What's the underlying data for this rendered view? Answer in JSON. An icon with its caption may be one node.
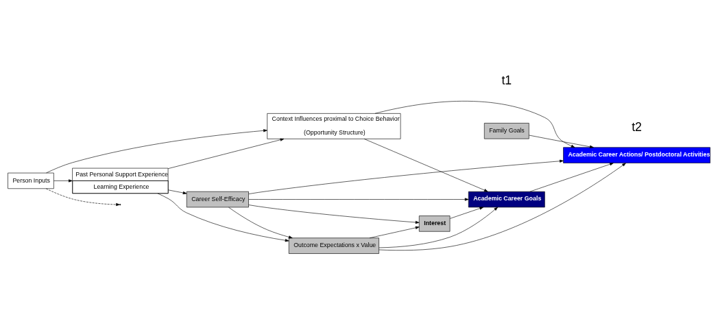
{
  "diagram": {
    "nodes": [
      {
        "text": [
          "Person Inputs"
        ]
      },
      {
        "text": [
          "Context Influences proximal to Choice Behavior",
          "(Opportunity Structure)"
        ]
      },
      {
        "text": [
          "Past Personal Support Experience",
          "Learning Experience"
        ]
      },
      {
        "text": [
          "Family Goals"
        ]
      },
      {
        "text": [
          "Career Self-Efficacy"
        ]
      },
      {
        "text": [
          "Interest"
        ]
      },
      {
        "text": [
          "Academic Career Goals"
        ]
      },
      {
        "text": [
          "Academic Career Actions/ Postdoctoral Activities"
        ]
      },
      {
        "text": [
          "Outcome Expectations x Value"
        ]
      }
    ],
    "edges": [
      {
        "from": 0,
        "to": 2,
        "arrow": "to"
      },
      {
        "from": 0,
        "to": 1,
        "arrow": "to"
      },
      {
        "from": 2,
        "to": 1,
        "arrow": "to"
      },
      {
        "from": 0,
        "to": null,
        "arrow": "to",
        "style": "dashed"
      },
      {
        "from": 1,
        "to": 6,
        "arrow": "to"
      },
      {
        "from": 1,
        "to": 7,
        "arrow": "to"
      },
      {
        "from": 3,
        "to": 7,
        "arrow": "to"
      },
      {
        "from": 4,
        "to": 7,
        "arrow": "to"
      },
      {
        "from": 2,
        "to": 4,
        "arrow": "to"
      },
      {
        "from": 4,
        "to": 5,
        "arrow": "to"
      },
      {
        "from": 4,
        "to": 6,
        "arrow": "to"
      },
      {
        "from": 4,
        "to": 8,
        "arrow": "to"
      },
      {
        "from": 5,
        "to": 6,
        "arrow": "to"
      },
      {
        "from": 6,
        "to": 7,
        "arrow": "to"
      },
      {
        "from": 2,
        "to": 8,
        "arrow": "to"
      },
      {
        "from": 8,
        "to": 5,
        "arrow": "to"
      },
      {
        "from": 8,
        "to": 6,
        "arrow": "to"
      },
      {
        "from": 8,
        "to": 7,
        "arrow": "to"
      }
    ],
    "labels": [
      "t1",
      "t2"
    ]
  }
}
